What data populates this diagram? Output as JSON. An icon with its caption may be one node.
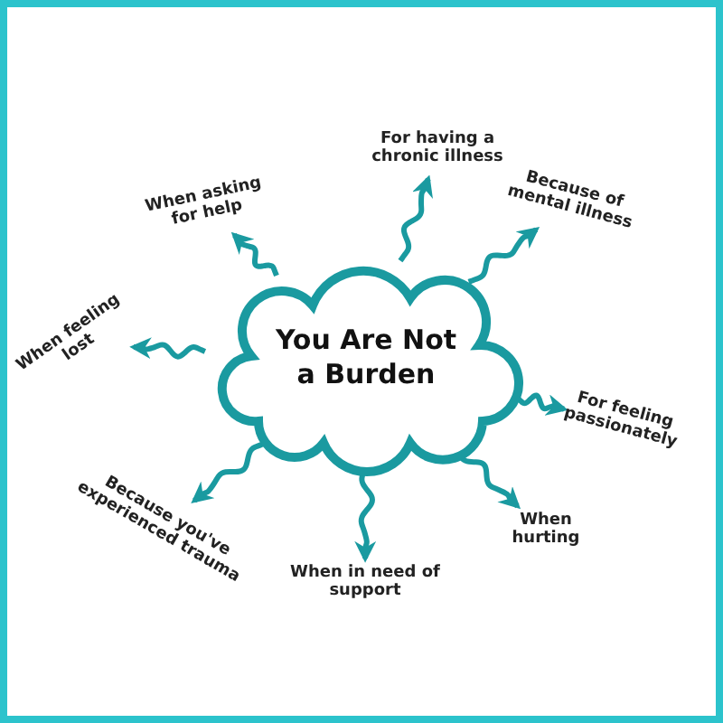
{
  "diagram": {
    "nodes": [
      {
        "text": [
          "You Are Not a Burden"
        ]
      },
      {
        "text": [
          "For having a chronic illness"
        ]
      },
      {
        "text": [
          "When asking for help"
        ]
      },
      {
        "text": [
          "Because of mental illness"
        ]
      },
      {
        "text": [
          "When feeling lost"
        ]
      },
      {
        "text": [
          "For feeling passionately"
        ]
      },
      {
        "text": [
          "Because you've experienced trauma"
        ]
      },
      {
        "text": [
          "When in need of support"
        ]
      },
      {
        "text": [
          "When hurting"
        ]
      }
    ],
    "edges": [
      {
        "from": 0,
        "to": 1,
        "arrow": "to"
      },
      {
        "from": 0,
        "to": 2,
        "arrow": "to"
      },
      {
        "from": 0,
        "to": 3,
        "arrow": "to"
      },
      {
        "from": 0,
        "to": 4,
        "arrow": "to"
      },
      {
        "from": 0,
        "to": 5,
        "arrow": "to"
      },
      {
        "from": 0,
        "to": 6,
        "arrow": "to"
      },
      {
        "from": 0,
        "to": 7,
        "arrow": "to"
      },
      {
        "from": 0,
        "to": 8,
        "arrow": "to"
      }
    ]
  }
}
